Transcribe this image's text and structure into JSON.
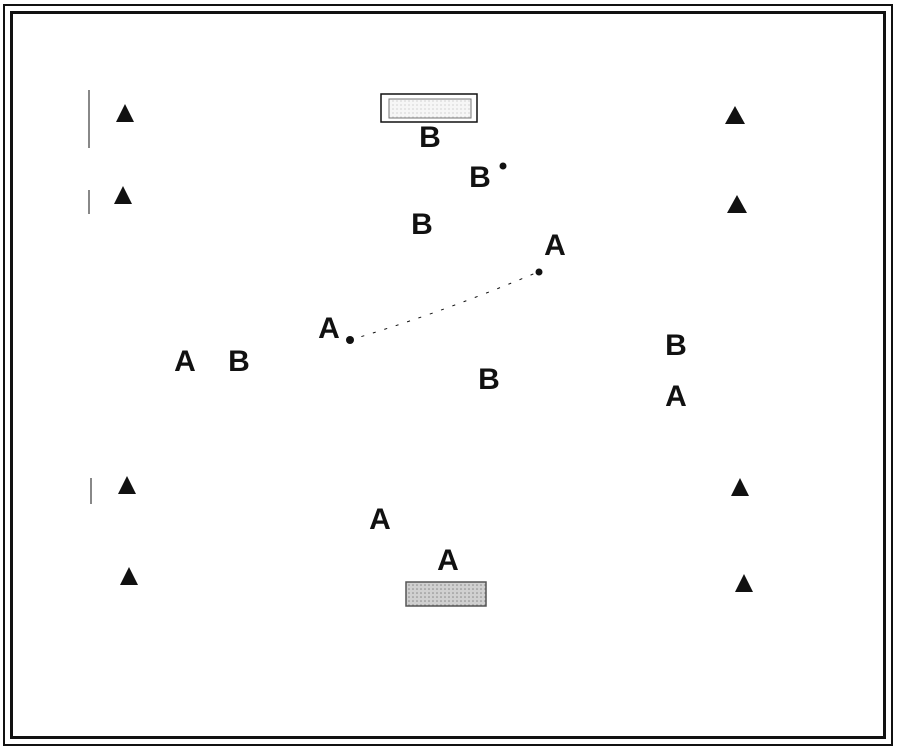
{
  "field": {
    "cones": [
      "cone",
      "cone",
      "cone",
      "cone",
      "cone",
      "cone",
      "cone",
      "cone"
    ],
    "goals": [
      "goal-top",
      "goal-bottom"
    ],
    "players": [
      {
        "team": "B"
      },
      {
        "team": "B"
      },
      {
        "team": "B"
      },
      {
        "team": "A"
      },
      {
        "team": "A"
      },
      {
        "team": "A"
      },
      {
        "team": "B"
      },
      {
        "team": "B"
      },
      {
        "team": "B"
      },
      {
        "team": "A"
      },
      {
        "team": "A"
      },
      {
        "team": "A"
      }
    ]
  },
  "colors": {
    "ink": "#111111",
    "goal_top_fill": "#f4f4f4",
    "goal_bottom_fill": "#bdbdbd"
  }
}
